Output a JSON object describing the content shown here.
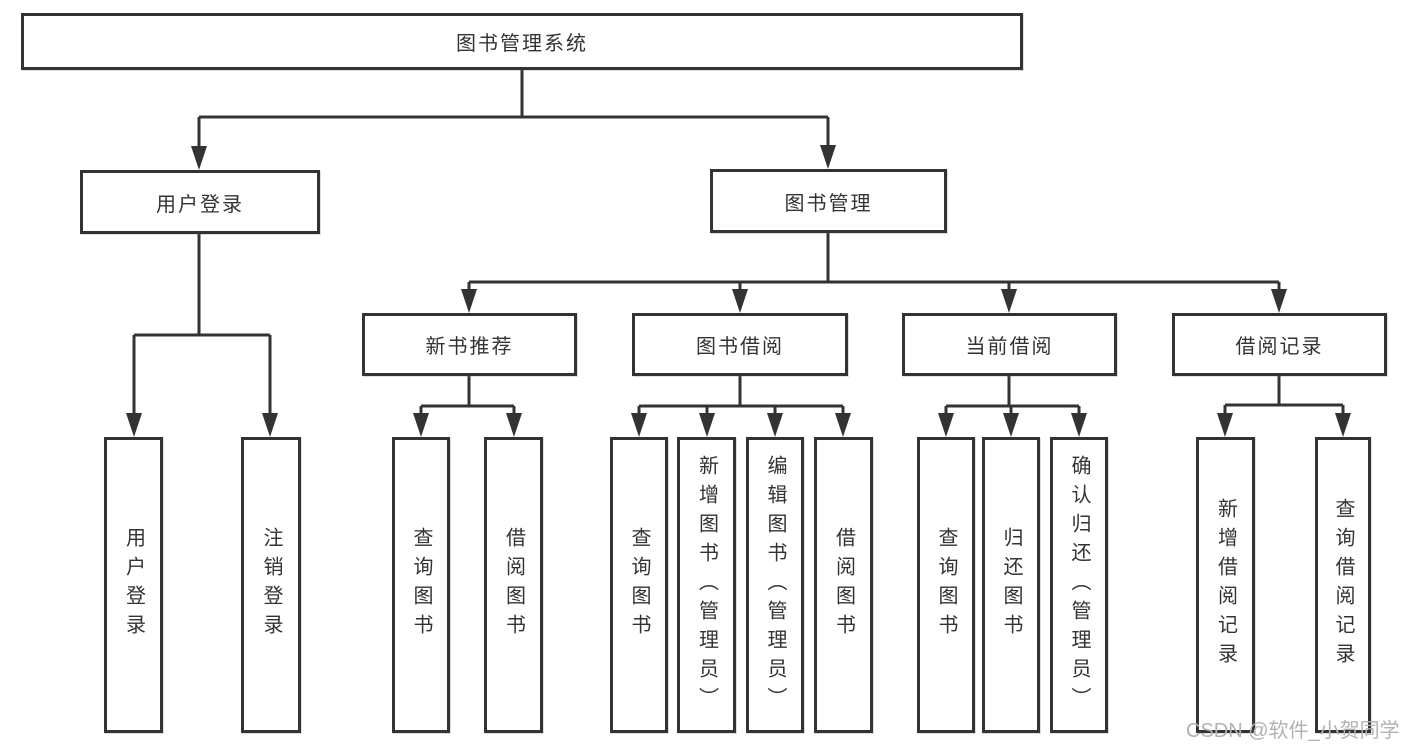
{
  "diagram": {
    "root": {
      "label": "图书管理系统"
    },
    "level2": [
      {
        "label": "用户登录"
      },
      {
        "label": "图书管理"
      }
    ],
    "level3": [
      {
        "label": "新书推荐"
      },
      {
        "label": "图书借阅"
      },
      {
        "label": "当前借阅"
      },
      {
        "label": "借阅记录"
      }
    ],
    "leaves": [
      {
        "label": "用户登录"
      },
      {
        "label": "注销登录"
      },
      {
        "label": "查询图书"
      },
      {
        "label": "借阅图书"
      },
      {
        "label": "查询图书"
      },
      {
        "label": "新增图书（管理员）"
      },
      {
        "label": "编辑图书（管理员）"
      },
      {
        "label": "借阅图书"
      },
      {
        "label": "查询图书"
      },
      {
        "label": "归还图书"
      },
      {
        "label": "确认归还（管理员）"
      },
      {
        "label": "新增借阅记录"
      },
      {
        "label": "查询借阅记录"
      }
    ],
    "colors": {
      "line": "#333333",
      "border": "#333333",
      "text": "#333333",
      "watermark_text_color": "#b2b2b2",
      "background": "#ffffff"
    },
    "watermark": "CSDN @软件_小贺同学"
  }
}
